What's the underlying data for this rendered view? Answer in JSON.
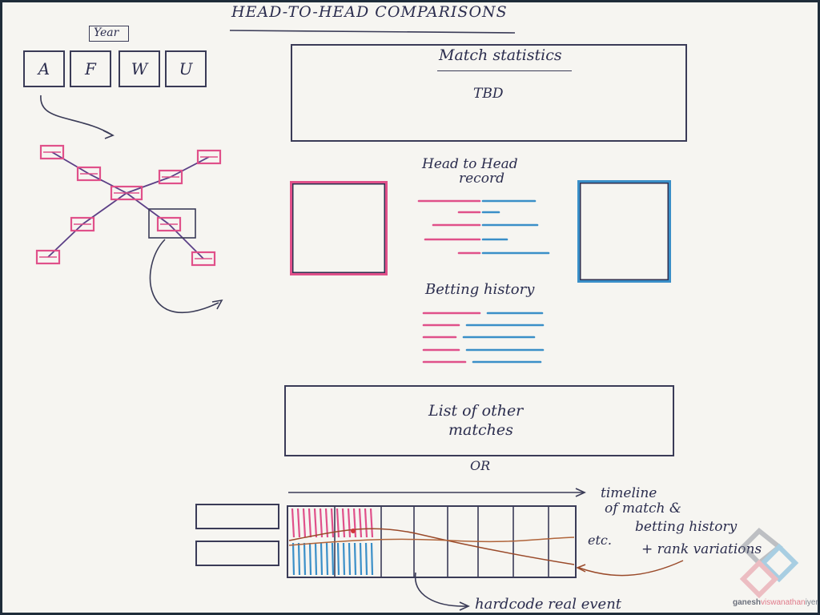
{
  "page_title": "HEAD-TO-HEAD COMPARISONS",
  "year_label": "Year",
  "filter_tabs": [
    "A",
    "F",
    "W",
    "U"
  ],
  "match_statistics": {
    "title": "Match statistics",
    "placeholder": "TBD"
  },
  "head_to_head": {
    "title_line1": "Head to Head",
    "title_line2": "record"
  },
  "betting_history": {
    "title": "Betting history"
  },
  "other_matches": {
    "line1": "List of other",
    "line2": "matches"
  },
  "or_label": "OR",
  "timeline": {
    "note_line1": "timeline",
    "note_line2": "of match &",
    "note_line3": "betting history",
    "note_line4": "+ rank variations",
    "etc_label": "etc.",
    "bottom_note": "hardcode real event"
  },
  "watermark": {
    "first": "ganesh",
    "middle": "viswanathan",
    "last": "iyer"
  },
  "colors": {
    "ink": "#2b2d4e",
    "pink": "#e0508a",
    "blue": "#3a8fc8",
    "purple": "#5b3f86",
    "brown": "#9a4a2a",
    "background": "#1f2d3a"
  }
}
